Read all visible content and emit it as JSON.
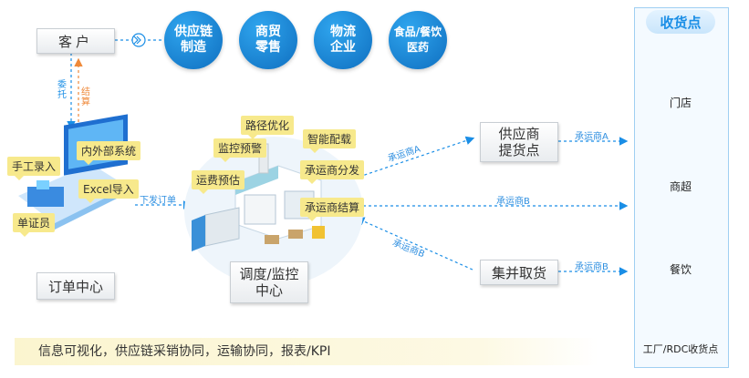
{
  "customer": "客户",
  "industries": [
    "供应链\n制造",
    "商贸\n零售",
    "物流\n企业",
    "食品/餐饮\n医药"
  ],
  "commission": "委托",
  "settlement": "结算",
  "order_center": {
    "title": "订单中心",
    "tags": [
      "内外部系统",
      "手工录入",
      "Excel导入",
      "单证员"
    ]
  },
  "issue_order": "下发订单",
  "dispatch_center": {
    "title": "调度/监控\n中心",
    "tags": [
      "路径优化",
      "监控预警",
      "智能配载",
      "运费预估",
      "承运商分发",
      "承运商结算"
    ]
  },
  "supplier_pickup": "供应商\n提货点",
  "consolidate_pickup": "集并取货",
  "carrier_a": "承运商A",
  "carrier_b": "承运商B",
  "receiving": {
    "title": "收货点",
    "points": [
      "门店",
      "商超",
      "餐饮",
      "工厂/RDC收货点"
    ]
  },
  "footer": "信息可视化，供应链采销协同，运输协同，报表/KPI",
  "colors": {
    "primary": "#1a8ee6",
    "tag": "#f7e98c",
    "accent": "#ef8a3b"
  }
}
